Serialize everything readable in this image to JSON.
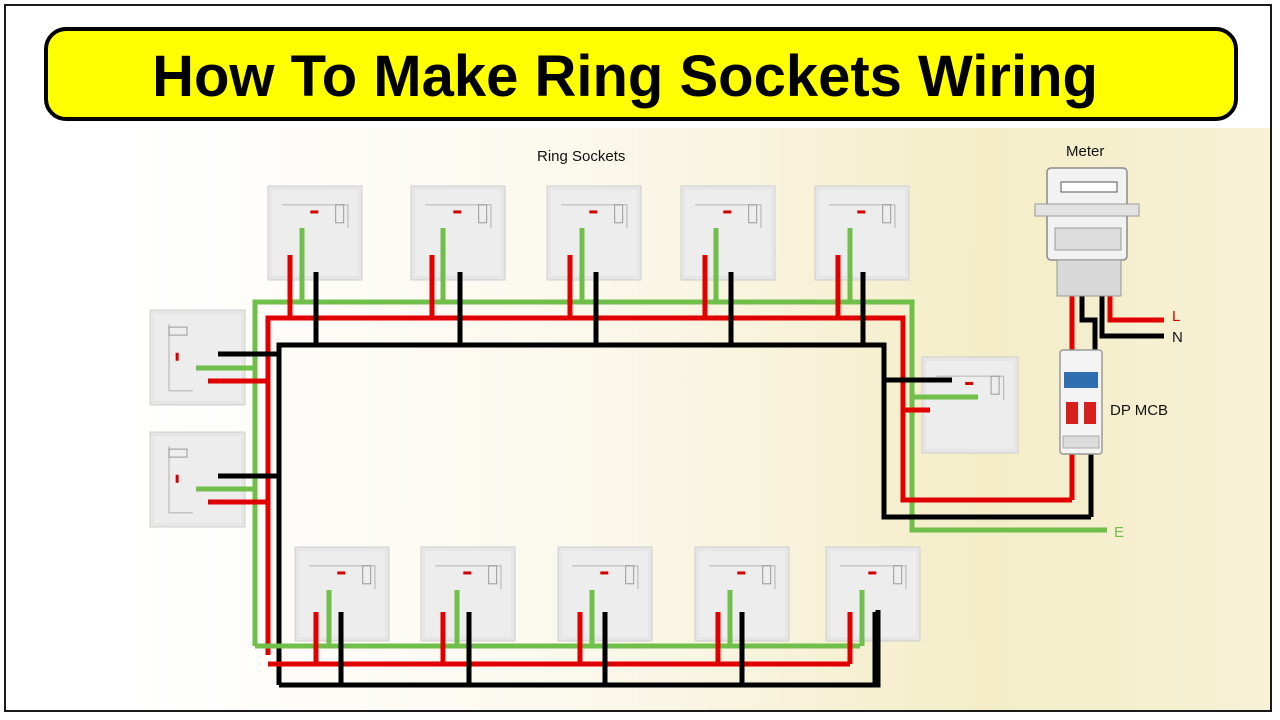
{
  "title": "How To Make Ring Sockets Wiring",
  "labels": {
    "ring_sockets": "Ring Sockets",
    "meter": "Meter",
    "mcb": "DP MCB",
    "line": "L",
    "neutral": "N",
    "earth": "E"
  },
  "colors": {
    "banner": "#ffff00",
    "live_wire": "#e00000",
    "neutral_wire": "#000000",
    "earth_wire": "#6fbf4a",
    "socket_plate": "#ededed"
  },
  "sockets": {
    "top_count": 5,
    "bottom_count": 5,
    "left_count": 2,
    "right_count": 1
  }
}
